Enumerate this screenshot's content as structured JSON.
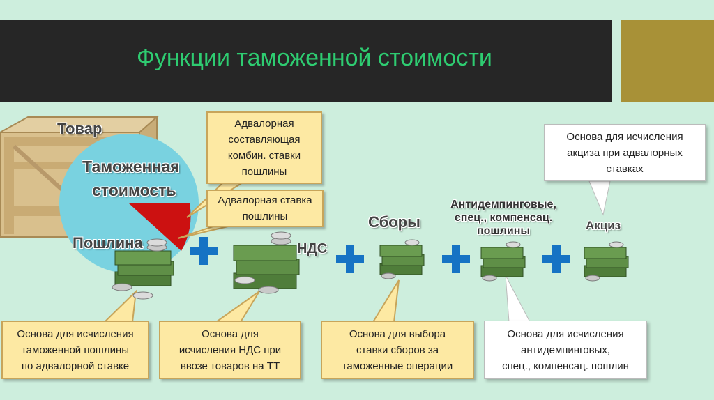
{
  "title": "Функции таможенной стоимости",
  "crate_label": "Товар",
  "pie_label_line1": "Таможенная",
  "pie_label_line2": "стоимость",
  "duty_label": "Пошлина",
  "vat_label": "НДС",
  "fees_label": "Сборы",
  "antidumping_label": "Антидемпинговые,\nспец., компенсац.\nпошлины",
  "excise_label": "Акциз",
  "callouts": {
    "advalorem_component": "Адвалорная\nсоставляющая\nкомбин. ставки\nпошлины",
    "advalorem_rate": "Адвалорная ставка\nпошлины",
    "excise_base": "Основа для исчисления\nакциза при адвалорных\nставках",
    "duty_base": "Основа для исчисления\nтаможенной пошлины\nпо адвалорной ставке",
    "vat_base": "Основа для\nисчисления НДС при\nввозе товаров на ТТ",
    "fees_base": "Основа для выбора\nставки сборов за\nтаможенные операции",
    "antidumping_base": "Основа для исчисления\nантидемпинговых,\nспец., компенсац. пошлин"
  },
  "colors": {
    "background": "#cdeedd",
    "title_bar": "#262626",
    "title_text": "#2ecc71",
    "accent_block": "#a89137",
    "pie_main": "#79d2e0",
    "pie_slice": "#cc1111",
    "plus_sign": "#1673c4",
    "callout_fill": "#fde9a3"
  },
  "icons": [
    "crate-icon",
    "money-stack-icon",
    "coins-icon",
    "plus-icon"
  ]
}
